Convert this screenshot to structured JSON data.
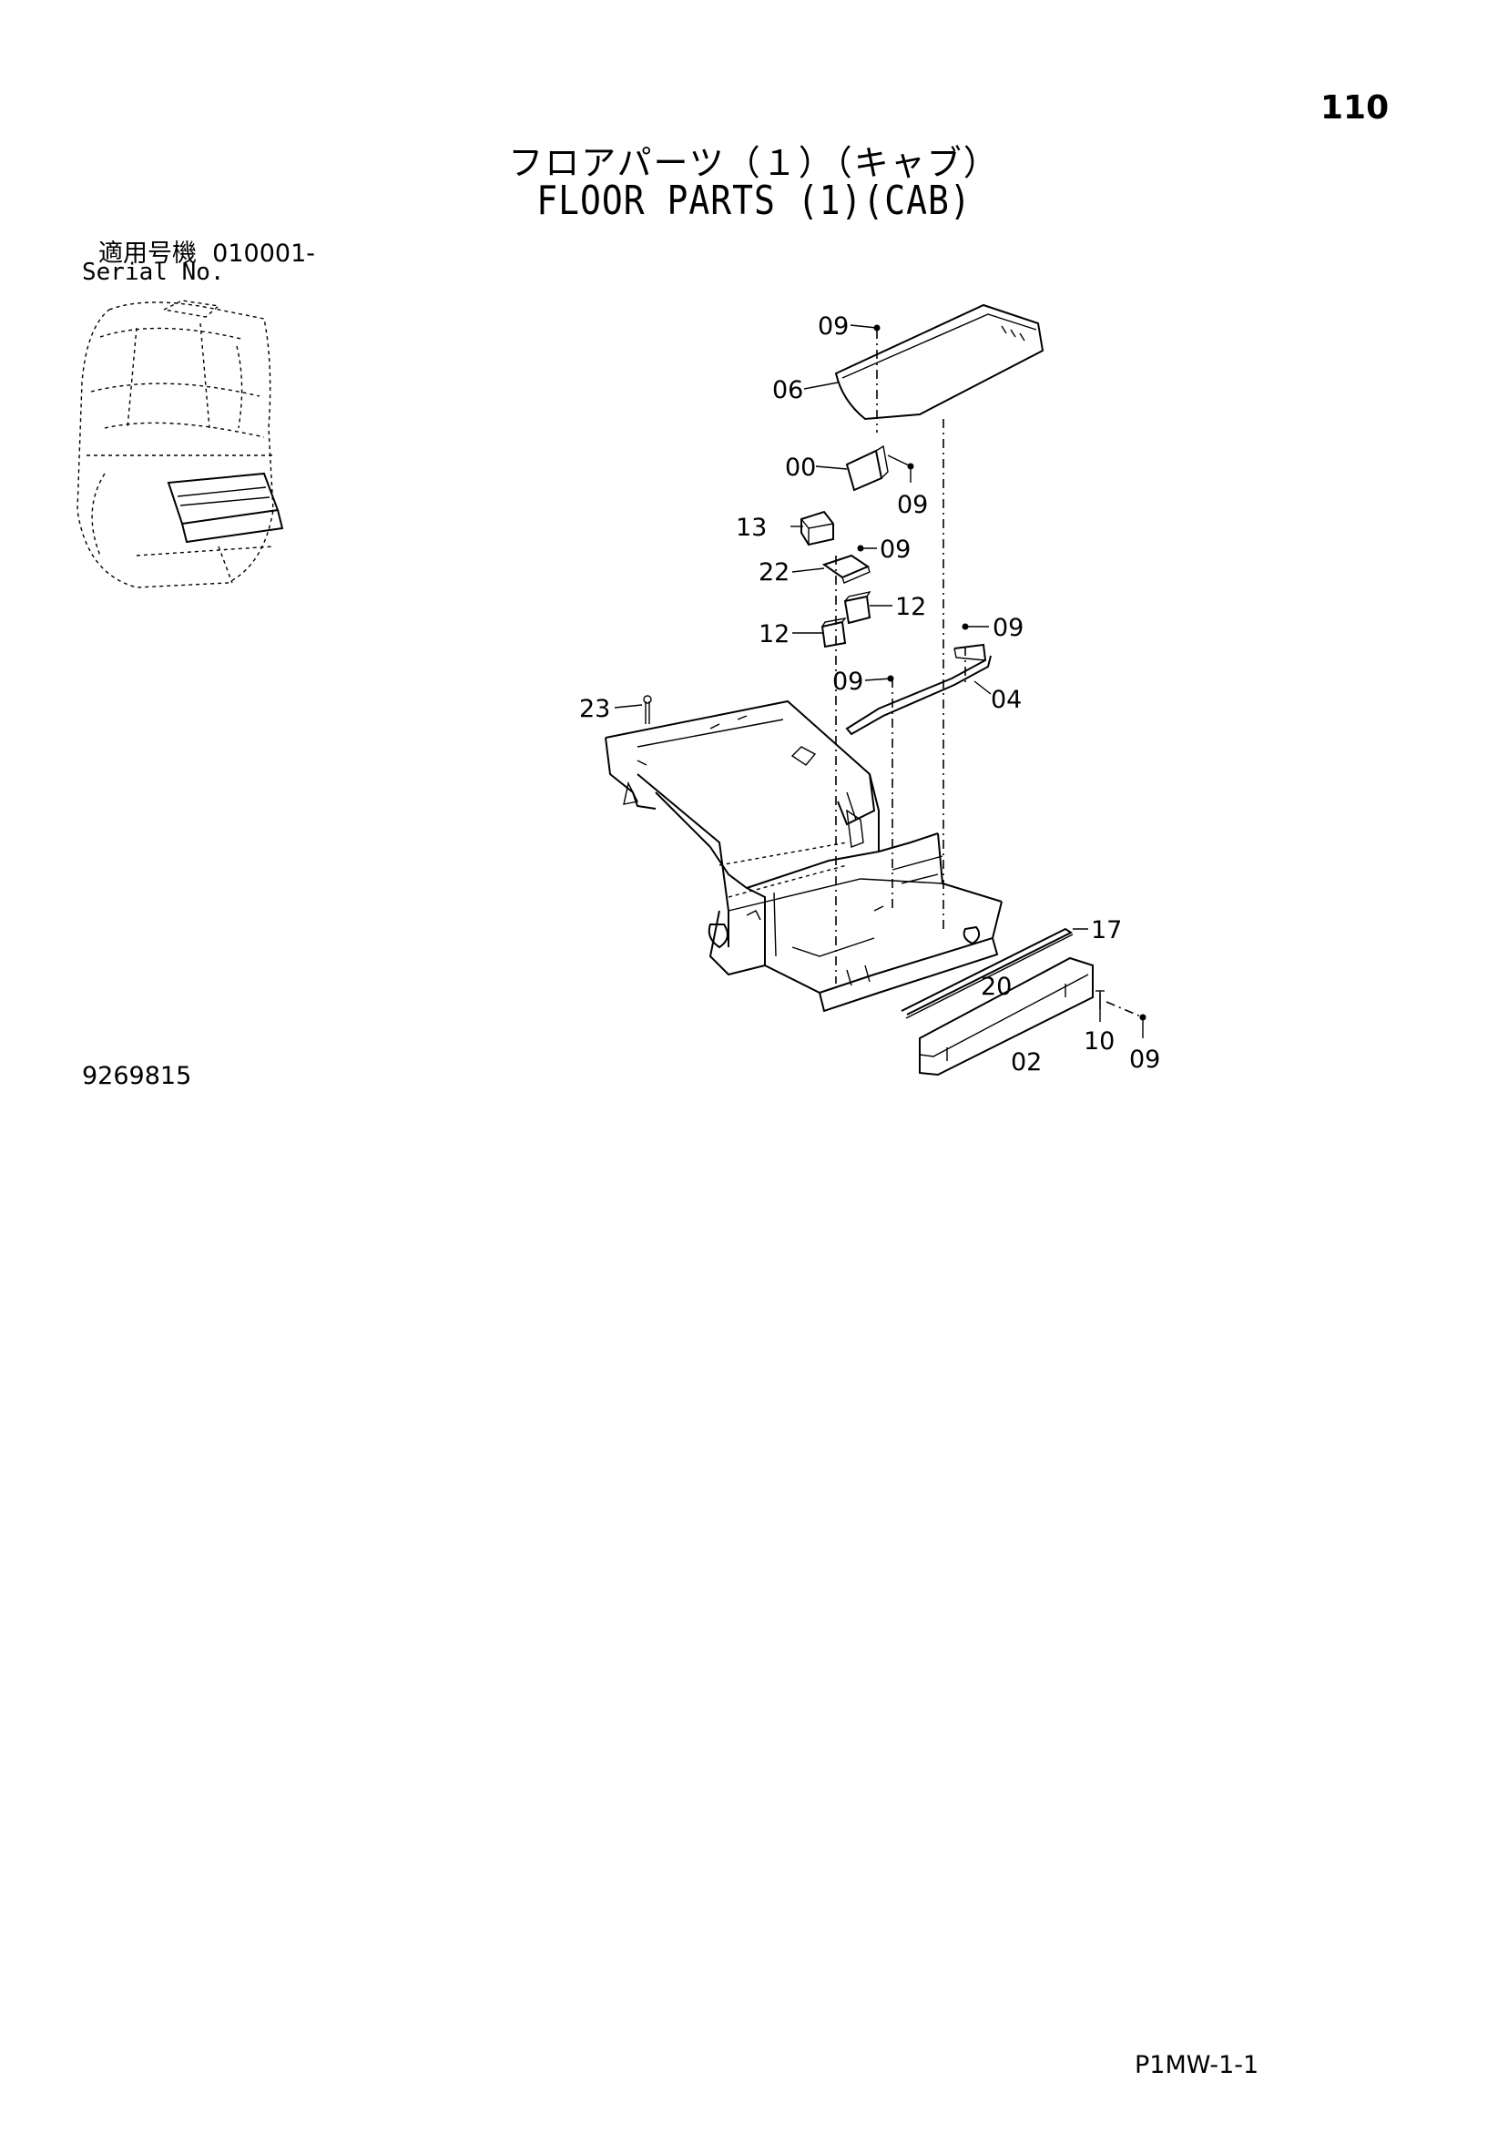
{
  "header": {
    "page_number": "110",
    "title_jp": "フロアパーツ（１）（キャブ）",
    "title_en": "FLOOR PARTS (1)(CAB)"
  },
  "serial": {
    "label_jp": "適用号機",
    "range": "010001-",
    "label_en": "Serial No."
  },
  "figure_number": "9269815",
  "page_code": "P1MW-1-1",
  "callouts": [
    {
      "id": "c1",
      "text": "09"
    },
    {
      "id": "c2",
      "text": "06"
    },
    {
      "id": "c3",
      "text": "00"
    },
    {
      "id": "c4",
      "text": "09"
    },
    {
      "id": "c5",
      "text": "13"
    },
    {
      "id": "c6",
      "text": "09"
    },
    {
      "id": "c7",
      "text": "22"
    },
    {
      "id": "c8",
      "text": "12"
    },
    {
      "id": "c9",
      "text": "12"
    },
    {
      "id": "c10",
      "text": "09"
    },
    {
      "id": "c11",
      "text": "09"
    },
    {
      "id": "c12",
      "text": "04"
    },
    {
      "id": "c13",
      "text": "23"
    },
    {
      "id": "c14",
      "text": "17"
    },
    {
      "id": "c15",
      "text": "20"
    },
    {
      "id": "c16",
      "text": "10"
    },
    {
      "id": "c17",
      "text": "02"
    },
    {
      "id": "c18",
      "text": "09"
    }
  ]
}
